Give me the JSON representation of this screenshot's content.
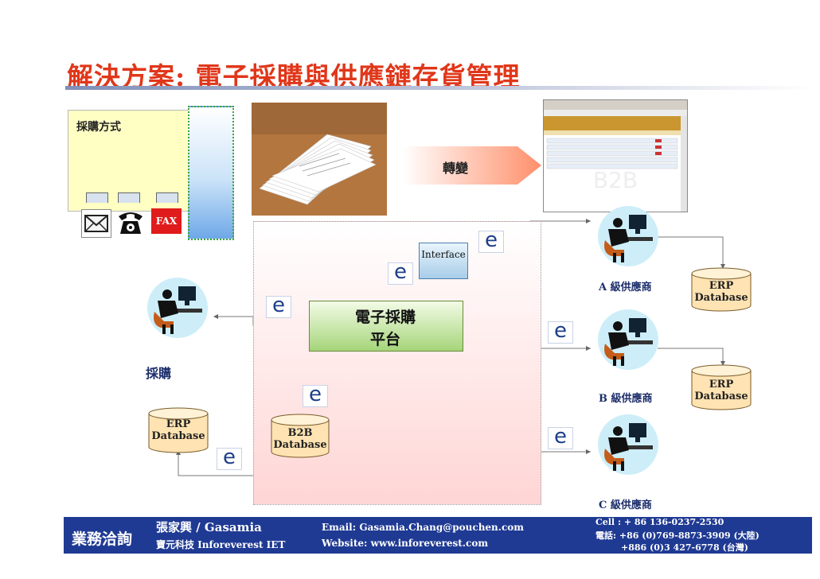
{
  "title": "解決方案: 電子採購與供應鏈存貨管理",
  "left_panel": {
    "label": "採購方式",
    "fax_label": "FAX",
    "icons": [
      "envelope-icon",
      "telephone-icon",
      "fax-icon"
    ]
  },
  "transform_label": "轉變",
  "diagram": {
    "platform_line1": "電子採購",
    "platform_line2": "平台",
    "interface_label": "Interface",
    "e_badge": "e",
    "buyer_label": "採購",
    "buyer_db_line1": "ERP",
    "buyer_db_line2": "Database",
    "b2b_db_line1": "B2B",
    "b2b_db_line2": "Database",
    "suppliers": [
      {
        "label": "A 級供應商",
        "db_line1": "ERP",
        "db_line2": "Database"
      },
      {
        "label": "B 級供應商",
        "db_line1": "ERP",
        "db_line2": "Database"
      },
      {
        "label": "C 級供應商"
      }
    ]
  },
  "footer": {
    "section_label": "業務洽詢",
    "name": "張家興 / Gasamia",
    "company": "寶元科技 Inforeverest IET",
    "email": "Email: Gasamia.Chang@pouchen.com",
    "website": "Website: www.inforeverest.com",
    "cell": "Cell : + 86 136-0237-2530",
    "phone_cn": "電話: +86 (0)769-8873-3909 (大陸)",
    "phone_tw": "+886 (0)3 427-6778 (台灣)"
  },
  "colors": {
    "title": "#e0371a",
    "footer_bg": "#1f3a93",
    "e_badge": "#1d3f8a",
    "platform": "#a5d57a",
    "arrow": "#ff9d7a"
  }
}
